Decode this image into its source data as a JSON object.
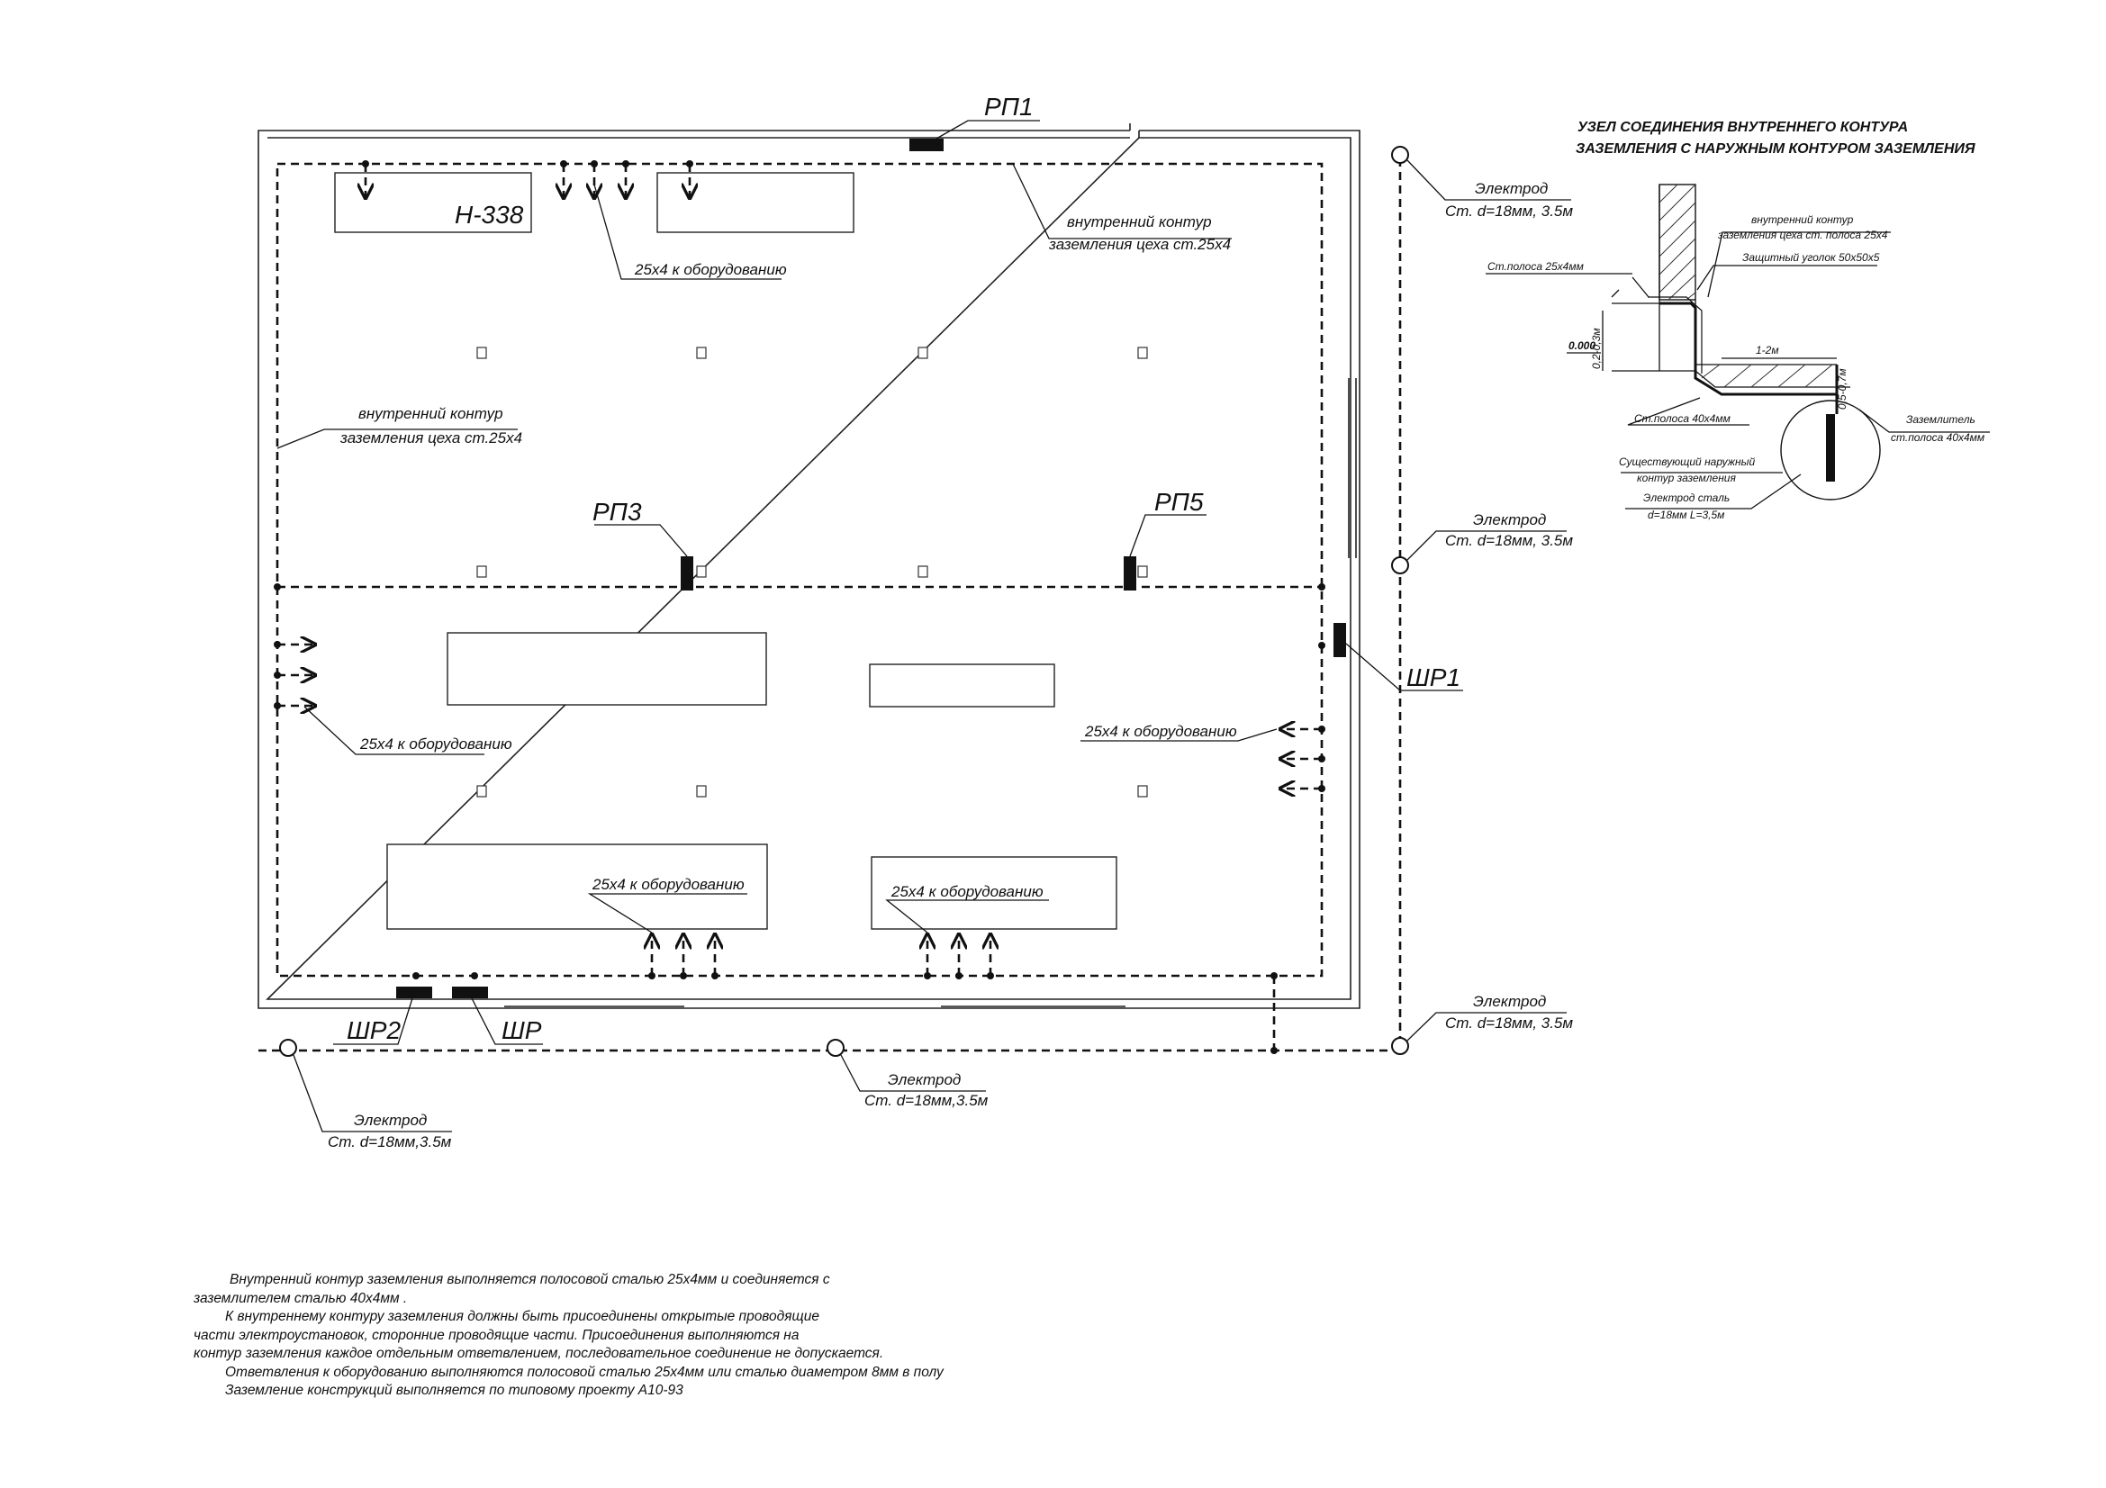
{
  "panels": {
    "rp1": "РП1",
    "rp3": "РП3",
    "rp5": "РП5",
    "shr1": "ШР1",
    "shr2": "ШР2",
    "shr": "ШР"
  },
  "room": {
    "equipment_label": "Н-338"
  },
  "contour_label": {
    "line1": "внутренний контур",
    "line2": "заземления цеха ст.25х4"
  },
  "branch_label": "25х4 к оборудованию",
  "electrode": {
    "name": "Электрод",
    "spec": "Ст. d=18мм, 3.5м",
    "spec_alt": "Ст. d=18мм,3.5м"
  },
  "detail": {
    "title_line1": "УЗЕЛ СОЕДИНЕНИЯ ВНУТРЕННЕГО КОНТУРА",
    "title_line2": "ЗАЗЕМЛЕНИЯ С НАРУЖНЫМ КОНТУРОМ ЗАЗЕМЛЕНИЯ",
    "inner_contour_1": "внутренний контур",
    "inner_contour_2": "заземления цеха ст. полоса 25х4",
    "strip_25x4": "Ст.полоса 25х4мм",
    "angle": "Защитный уголок 50х50х5",
    "level": "0.000",
    "depth": "0,2-0,3м",
    "distance": "1-2м",
    "depth2": "0,5-0,7м",
    "strip_40x4": "Ст.полоса 40х4мм",
    "earth_1": "Заземлитель",
    "earth_2": "ст.полоса 40х4мм",
    "existing_1": "Существующий наружный",
    "existing_2": "контур заземления",
    "electrode_1": "Электрод  сталь",
    "electrode_2": "d=18мм  L=3,5м"
  },
  "notes": [
    "Внутренний контур заземления выполняется полосовой сталью 25х4мм и соединяется с",
    "заземлителем сталью 40х4мм .",
    "К внутреннему контуру заземления должны быть присоединены открытые проводящие",
    "части электроустановок, сторонние проводящие части. Присоединения выполняются на",
    "контур заземления каждое отдельным ответвлением, последовательное соединение не допускается.",
    "Ответвления к оборудованию выполняются полосовой сталью 25х4мм или сталью диаметром 8мм в полу",
    "Заземление конструкций выполняется по типовому проекту А10-93"
  ]
}
